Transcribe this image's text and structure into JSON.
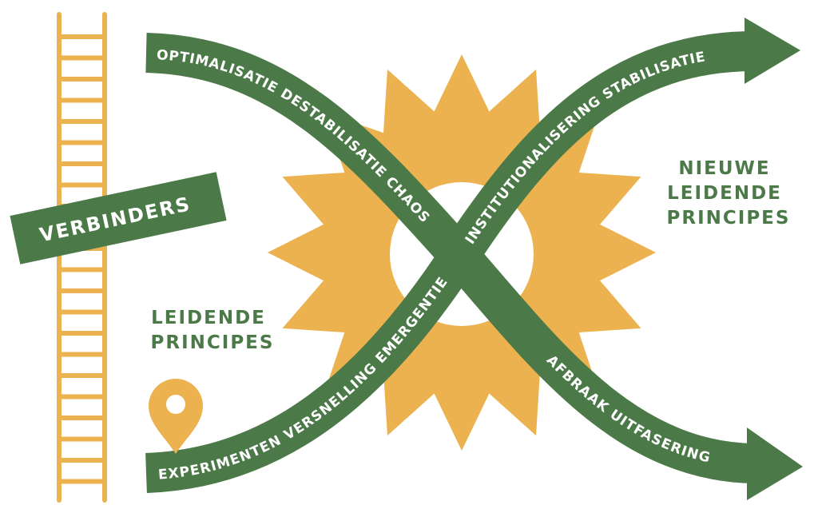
{
  "colors": {
    "green": "#4b7a48",
    "yellow": "#ebb24f",
    "white": "#ffffff"
  },
  "curves": {
    "declining": {
      "phase_1": "OPTIMALISATIE  DESTABILISATIE  CHAOS",
      "phase_2": "AFBRAAK  UITFASERING"
    },
    "rising": {
      "phase_1": "EXPERIMENTEN  VERSNELLING  EMERGENTIE",
      "phase_2": "INSTITUTIONALISERING  STABILISATIE"
    }
  },
  "labels": {
    "leidende_principes": [
      "LEIDENDE",
      "PRINCIPES"
    ],
    "nieuwe_leidende_principes": [
      "NIEUWE",
      "LEIDENDE",
      "PRINCIPES"
    ],
    "verbinders": "VERBINDERS"
  },
  "icons": {
    "ladder": "ladder-icon",
    "pin": "map-pin-icon",
    "sun": "sun-burst-icon"
  }
}
